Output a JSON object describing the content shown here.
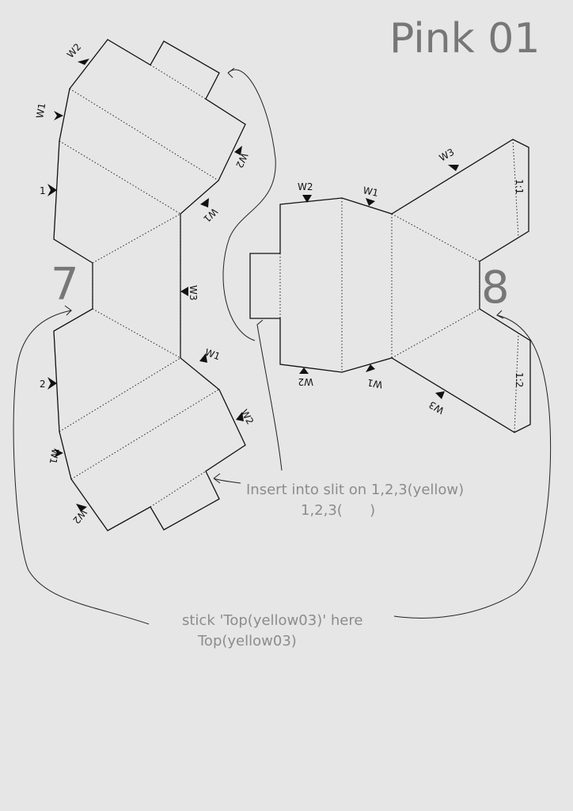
{
  "title": "Pink 01",
  "pieces": {
    "left_number": "7",
    "right_number": "8"
  },
  "labels": {
    "w1": "W1",
    "w2": "W2",
    "w3": "W3",
    "n1": "1",
    "n2": "2",
    "r11": "1:1",
    "r12": "1:2"
  },
  "notes": {
    "insert_line1": "Insert into slit on 1,2,3(yellow)",
    "insert_line2": "1,2,3(      )",
    "stick_line1": "stick 'Top(yellow03)' here",
    "stick_line2": "Top(yellow03)"
  }
}
